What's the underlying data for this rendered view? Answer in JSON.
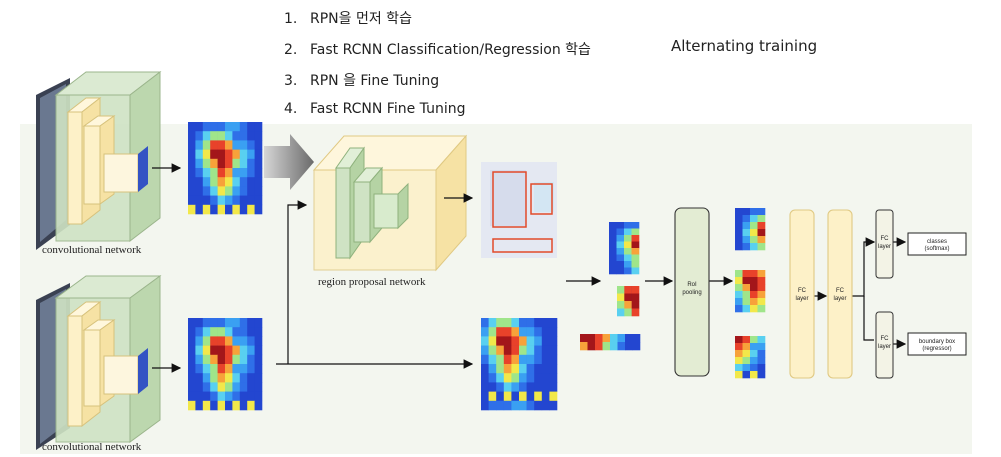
{
  "steps": [
    {
      "num": "1.",
      "text": "RPN을 먼저 학습"
    },
    {
      "num": "2.",
      "text": "Fast RCNN Classification/Regression 학습"
    },
    {
      "num": "3.",
      "text": "RPN 을 Fine Tuning"
    },
    {
      "num": "4.",
      "text": "Fast RCNN Fine Tuning"
    }
  ],
  "side_label": "Alternating training",
  "captions": {
    "conv_top": "convolutional network",
    "conv_bottom": "convolutional network",
    "rpn": "region proposal network"
  },
  "blocks": {
    "roi_line1": "RoI",
    "roi_line2": "pooling",
    "fc_word": "FC",
    "layer_word": "layer",
    "classes_line1": "classes",
    "classes_line2": "(softmax)",
    "bbox_line1": "boundary box",
    "bbox_line2": "(regressor)"
  },
  "colors": {
    "panel_bg": "#f3f6ef",
    "conv_green": "#cfe3c4",
    "conv_yellow": "#fdf1c8",
    "roi_fill": "#e3ecd3",
    "fc_fill": "#fdf1c8",
    "proposal_box": "#e24a2a"
  }
}
